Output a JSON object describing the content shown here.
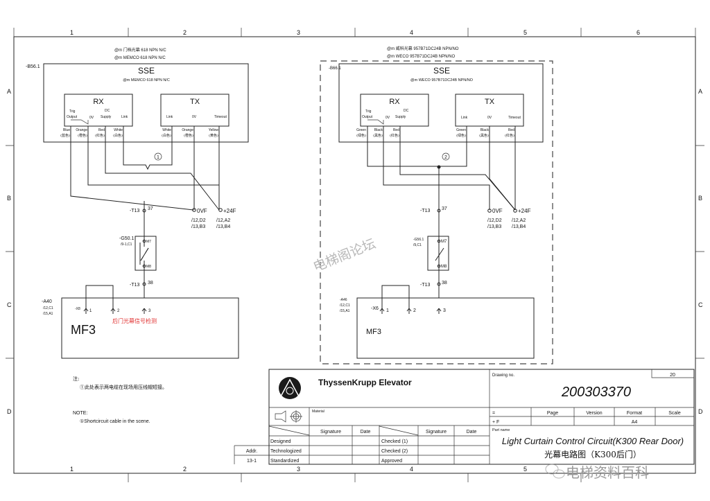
{
  "ruler": {
    "cols": [
      "1",
      "2",
      "3",
      "4",
      "5",
      "6"
    ],
    "rows": [
      "A",
      "B",
      "C",
      "D"
    ]
  },
  "left": {
    "header1": "@m 门档光幕 618 NPN N/C",
    "header2": "@m MEMCO 618 NPN N/C",
    "ref": "-B56.1",
    "sse": "SSE",
    "sse_sub": "@m MEMCO 618 NPN N/C",
    "rx": {
      "title": "RX",
      "trig": "Trig",
      "output": "Output",
      "zero": "0V",
      "dc": "DC",
      "supply": "Supply",
      "link": "Link"
    },
    "tx": {
      "title": "TX",
      "link": "Link",
      "zero": "0V",
      "timeout": "Timeout"
    },
    "wires": [
      {
        "en": "Blue",
        "cn": "(蓝色)"
      },
      {
        "en": "Orange",
        "cn": "(橙色)"
      },
      {
        "en": "Red",
        "cn": "(红色)"
      },
      {
        "en": "White",
        "cn": "(白色)"
      },
      {
        "en": "White",
        "cn": "(白色)"
      },
      {
        "en": "Orange",
        "cn": "(橙色)"
      },
      {
        "en": "Yellow",
        "cn": "(黄色)"
      }
    ],
    "mark": "1",
    "ovf": "0VF",
    "ovf_r1": "/12,D2",
    "ovf_r2": "/13,B3",
    "p24": "+24F",
    "p24_r1": "/12,A2",
    "p24_r2": "/13,B4",
    "t37": "-T13",
    "t37n": "37",
    "g": "-G50.1",
    "g_ref": "/9-1,C1",
    "m7": "M7",
    "m8": "M8",
    "t38": "-T13",
    "t38n": "38",
    "a": "-A40",
    "a_r1": "/12,C1",
    "a_r2": "/15,A1",
    "x": "-X8",
    "p1": "1",
    "p2": "2",
    "p3": "3",
    "mf3": "MF3",
    "red_note": "后门光幕信号检测"
  },
  "right": {
    "header1": "@m 威科光幕 957B71DC24B NPN/NO",
    "header2": "@m WECO 957B71DC24B NPN/NO",
    "ref": "-B66.1",
    "sse": "SSE",
    "sse_sub": "@m WECO 957B71DC24B NPN/NO",
    "rx": {
      "title": "RX",
      "trig": "Trig",
      "output": "Output",
      "zero": "0V",
      "dc": "DC",
      "supply": "Supply"
    },
    "tx": {
      "title": "TX",
      "link": "Link",
      "zero": "0V",
      "timeout": "Timeout"
    },
    "wires": [
      {
        "en": "Green",
        "cn": "(绿色)"
      },
      {
        "en": "Black",
        "cn": "(黑色)"
      },
      {
        "en": "Red",
        "cn": "(红色)"
      },
      {
        "en": "Green",
        "cn": "(绿色)"
      },
      {
        "en": "Black",
        "cn": "(黑色)"
      },
      {
        "en": "Red",
        "cn": "(红色)"
      }
    ],
    "mark": "2",
    "ovf": "0VF",
    "ovf_r1": "/12,D2",
    "ovf_r2": "/13,B3",
    "p24": "+24F",
    "p24_r1": "/12,A2",
    "p24_r2": "/13,B4",
    "t37": "-T13",
    "t37n": "37",
    "g": "-G56.1",
    "g_ref": "/9,C1",
    "m7": "M7",
    "m8": "M8",
    "t38": "-T13",
    "t38n": "38",
    "a": "-A46",
    "a_r1": "/12,C1",
    "a_r2": "/15,A1",
    "x": "-X6",
    "p1": "1",
    "p2": "2",
    "p3": "3",
    "mf3": "MF3"
  },
  "notes": {
    "cn_title": "注:",
    "cn_text": "①此处表示两电缆在现场用压线帽短接。",
    "en_title": "NOTE:",
    "en_text": "①Shortcircuit cable in the scene."
  },
  "title_block": {
    "company": "ThyssenKrupp Elevator",
    "material": "Material",
    "signature": "Signature",
    "date": "Date",
    "rows_left": [
      "Designed",
      "Technologized",
      "Standardized"
    ],
    "rows_right": [
      "Checked (1)",
      "Checked (2)",
      "Approved"
    ],
    "addr": "Addr.",
    "addr_val": "13-1",
    "drawing_no_label": "Drawing no.",
    "drawing_no": "200303370",
    "sheet": "20",
    "eq": "=",
    "plus": "+ F",
    "page": "Page",
    "version": "Version",
    "format": "Format",
    "format_val": "A4",
    "scale": "Scale",
    "part_name_label": "Part name",
    "part_name_en": "Light Curtain Control Circuit(K300 Rear Door)",
    "part_name_cn": "光幕电路图（K300后门）"
  },
  "watermarks": {
    "center": "电梯阁论坛",
    "bottom": "电梯资料百科"
  }
}
